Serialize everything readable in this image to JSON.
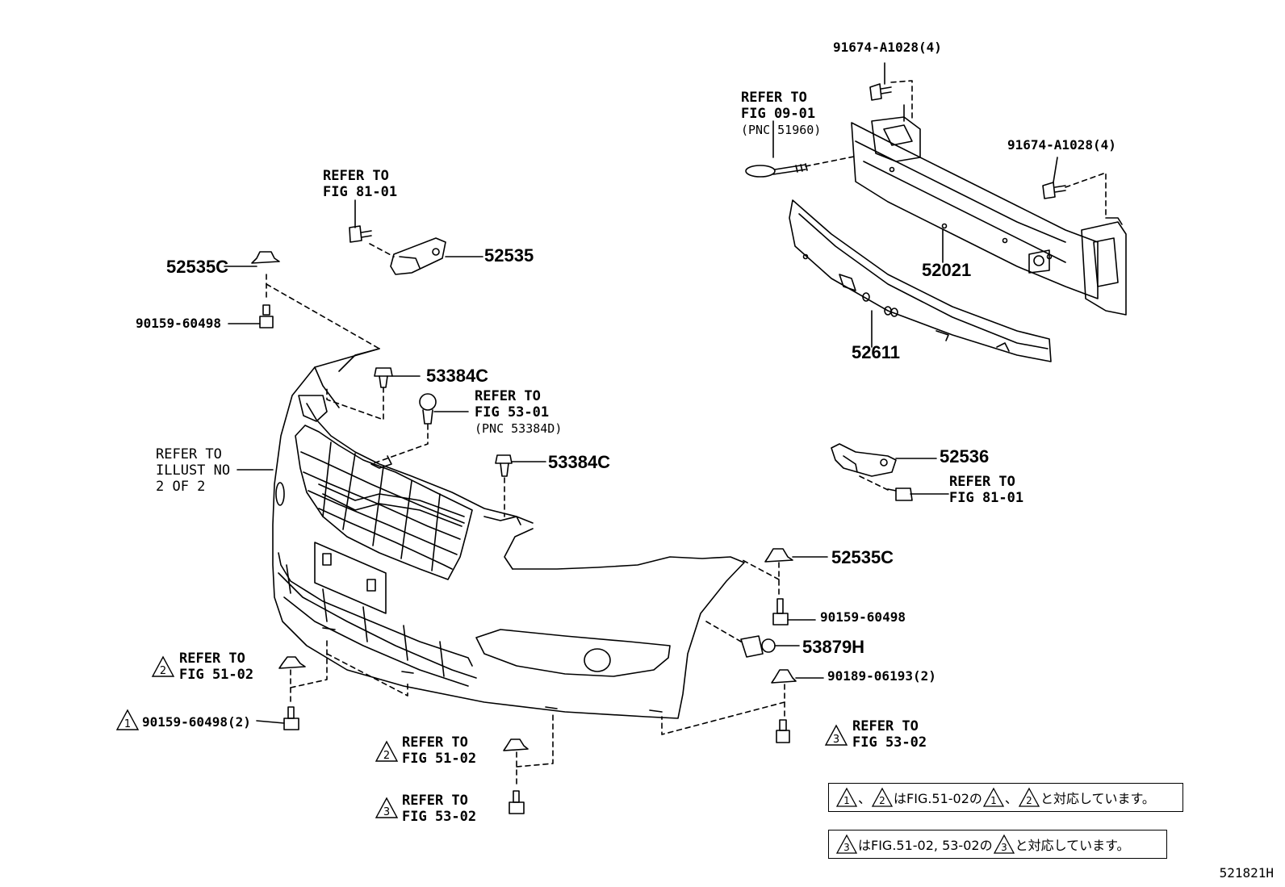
{
  "labels": {
    "p52535c_top": "52535C",
    "p90159_top": "90159-60498",
    "p52535": "52535",
    "p53384c_a": "53384C",
    "p53384c_b": "53384C",
    "p52021": "52021",
    "p52611": "52611",
    "p52536": "52536",
    "p52535c_right": "52535C",
    "p90159_right": "90159-60498",
    "p53879h": "53879H",
    "p90189": "90189-06193(2)",
    "p90159_left2": "90159-60498(2)",
    "p91674_a": "91674-A1028(4)",
    "p91674_b": "91674-A1028(4)"
  },
  "refs": {
    "fig8101_a": {
      "l1": "REFER TO",
      "l2": "FIG 81-01"
    },
    "fig0901": {
      "l1": "REFER TO",
      "l2": "FIG 09-01",
      "l3": "(PNC 51960)"
    },
    "fig5301": {
      "l1": "REFER TO",
      "l2": "FIG 53-01",
      "l3": "(PNC 53384D)"
    },
    "illust": {
      "l1": "REFER TO",
      "l2": "ILLUST NO",
      "l3": "2 OF 2"
    },
    "fig8101_b": {
      "l1": "REFER TO",
      "l2": "FIG 81-01"
    },
    "fig5102_a": {
      "l1": "REFER TO",
      "l2": "FIG 51-02",
      "mark": "2"
    },
    "fig5302_a": {
      "l1": "REFER TO",
      "l2": "FIG 53-02",
      "mark": "3"
    },
    "fig5102_b": {
      "l1": "REFER TO",
      "l2": "FIG 51-02",
      "mark": "2"
    },
    "fig5302_b": {
      "l1": "REFER TO",
      "l2": "FIG 53-02",
      "mark": "3"
    },
    "mark1": "1"
  },
  "notes": {
    "note1": {
      "m1": "1",
      "sep": "、",
      "m2": "2",
      "t1": "はFIG.51-02の",
      "m3": "1",
      "sep2": "、",
      "m4": "2",
      "t2": "と対応しています。"
    },
    "note2": {
      "m1": "3",
      "t1": "はFIG.51-02, 53-02の",
      "m2": "3",
      "t2": "と対応しています。"
    }
  },
  "figure_id": "521821H"
}
